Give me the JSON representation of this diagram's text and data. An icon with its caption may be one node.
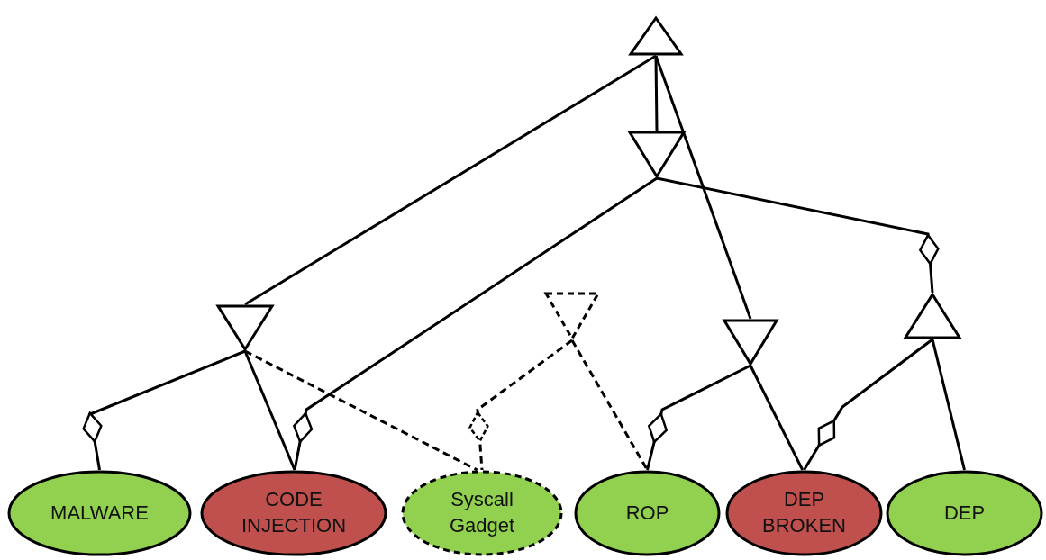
{
  "diagram": {
    "nodes": [
      {
        "text": [],
        "shape": "triangle"
      },
      {
        "text": [],
        "shape": "triangle"
      },
      {
        "text": [],
        "shape": "triangle"
      },
      {
        "text": [],
        "shape": "triangle"
      },
      {
        "text": [],
        "shape": "triangle"
      },
      {
        "text": [],
        "shape": "triangle"
      },
      {
        "text": [
          "MALWARE"
        ]
      },
      {
        "text": [
          "CODE INJECTION"
        ]
      },
      {
        "text": [
          "Syscall Gadget"
        ]
      },
      {
        "text": [
          "ROP"
        ]
      },
      {
        "text": [
          "DEP BROKEN"
        ]
      },
      {
        "text": [
          "DEP"
        ]
      }
    ],
    "edges": [
      {
        "from": 0,
        "to": 1,
        "arrow": "none"
      },
      {
        "from": 0,
        "to": 2,
        "arrow": "none"
      },
      {
        "from": 0,
        "to": 4,
        "arrow": "none"
      },
      {
        "from": 1,
        "to": 7,
        "arrow": "other"
      },
      {
        "from": 1,
        "to": 5,
        "arrow": "other"
      },
      {
        "from": 2,
        "to": 6,
        "arrow": "other"
      },
      {
        "from": 2,
        "to": 7,
        "arrow": "none"
      },
      {
        "from": 2,
        "to": 8,
        "arrow": "none",
        "style": "dashed"
      },
      {
        "from": 3,
        "to": 8,
        "arrow": "other",
        "style": "dashed"
      },
      {
        "from": 3,
        "to": 9,
        "arrow": "none",
        "style": "dashed"
      },
      {
        "from": 4,
        "to": 9,
        "arrow": "other"
      },
      {
        "from": 4,
        "to": 10,
        "arrow": "none"
      },
      {
        "from": 5,
        "to": 10,
        "arrow": "other"
      },
      {
        "from": 5,
        "to": 11,
        "arrow": "none"
      }
    ]
  }
}
